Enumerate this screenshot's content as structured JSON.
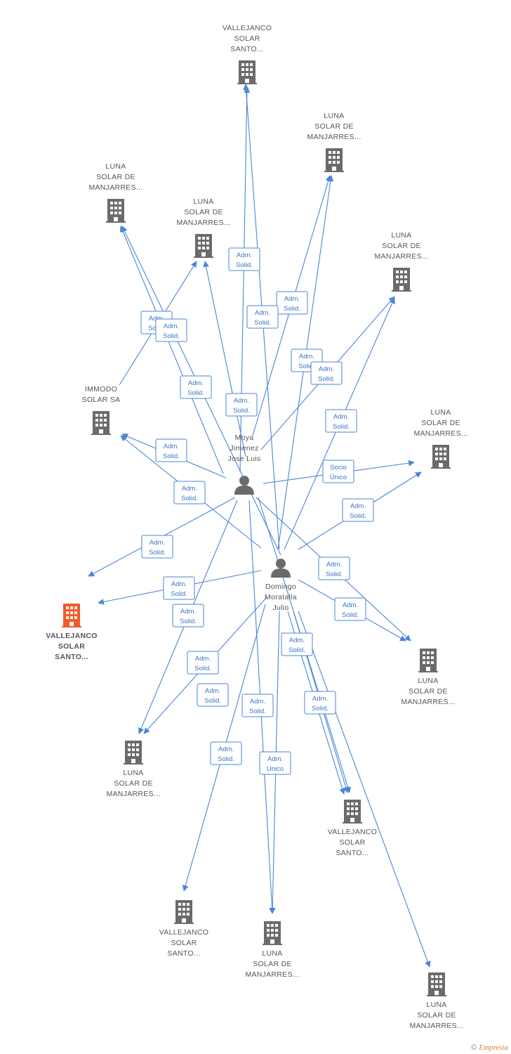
{
  "colors": {
    "edge": "#4a86d8",
    "building": "#6b6b6b",
    "building_main": "#f25a2a",
    "person": "#6b6b6b"
  },
  "nodes": [
    {
      "id": "n_vs_top",
      "type": "company",
      "lines": [
        "VALLEJANCO",
        "SOLAR",
        "SANTO..."
      ],
      "label_pos": "above"
    },
    {
      "id": "n_luna1",
      "type": "company",
      "lines": [
        "LUNA",
        "SOLAR DE",
        "MANJARRES..."
      ],
      "label_pos": "above"
    },
    {
      "id": "n_luna2",
      "type": "company",
      "lines": [
        "LUNA",
        "SOLAR DE",
        "MANJARRES..."
      ],
      "label_pos": "above"
    },
    {
      "id": "n_luna3",
      "type": "company",
      "lines": [
        "LUNA",
        "SOLAR DE",
        "MANJARRES..."
      ],
      "label_pos": "above"
    },
    {
      "id": "n_luna4",
      "type": "company",
      "lines": [
        "LUNA",
        "SOLAR DE",
        "MANJARRES..."
      ],
      "label_pos": "above"
    },
    {
      "id": "n_immodo",
      "type": "company",
      "lines": [
        "IMMODO",
        "SOLAR SA"
      ],
      "label_pos": "above"
    },
    {
      "id": "n_luna5",
      "type": "company",
      "lines": [
        "LUNA",
        "SOLAR DE",
        "MANJARRES..."
      ],
      "label_pos": "above"
    },
    {
      "id": "n_main",
      "type": "company_main",
      "lines": [
        "VALLEJANCO",
        "SOLAR",
        "SANTO..."
      ],
      "label_pos": "below"
    },
    {
      "id": "n_luna6",
      "type": "company",
      "lines": [
        "LUNA",
        "SOLAR DE",
        "MANJARRES..."
      ],
      "label_pos": "below"
    },
    {
      "id": "n_luna7",
      "type": "company",
      "lines": [
        "LUNA",
        "SOLAR DE",
        "MANJARRES..."
      ],
      "label_pos": "below"
    },
    {
      "id": "n_vs2",
      "type": "company",
      "lines": [
        "VALLEJANCO",
        "SOLAR",
        "SANTO..."
      ],
      "label_pos": "below"
    },
    {
      "id": "n_vs3",
      "type": "company",
      "lines": [
        "VALLEJANCO",
        "SOLAR",
        "SANTO..."
      ],
      "label_pos": "below"
    },
    {
      "id": "n_luna8",
      "type": "company",
      "lines": [
        "LUNA",
        "SOLAR DE",
        "MANJARRES..."
      ],
      "label_pos": "below"
    },
    {
      "id": "n_luna9",
      "type": "company",
      "lines": [
        "LUNA",
        "SOLAR DE",
        "MANJARRES..."
      ],
      "label_pos": "below"
    },
    {
      "id": "p_moya",
      "type": "person",
      "lines": [
        "Moya",
        "Jimenez",
        "Jose Luis"
      ],
      "label_pos": "above"
    },
    {
      "id": "p_domingo",
      "type": "person",
      "lines": [
        "Domingo",
        "Moratalla",
        "Julio"
      ],
      "label_pos": "below"
    }
  ],
  "relations": [
    {
      "lines": [
        "Adm.",
        "Solid."
      ]
    },
    {
      "lines": [
        "Adm.",
        "Solid."
      ]
    },
    {
      "lines": [
        "Adm.",
        "Solid."
      ]
    },
    {
      "lines": [
        "Adm.",
        "Solid."
      ]
    },
    {
      "lines": [
        "Adm.",
        "Solid."
      ]
    },
    {
      "lines": [
        "Adm.",
        "Solid."
      ]
    },
    {
      "lines": [
        "Adm.",
        "Solid."
      ]
    },
    {
      "lines": [
        "Adm.",
        "Solid."
      ]
    },
    {
      "lines": [
        "Adm.",
        "Solid."
      ]
    },
    {
      "lines": [
        "Adm.",
        "Solid."
      ]
    },
    {
      "lines": [
        "Socio",
        "Único"
      ]
    },
    {
      "lines": [
        "Adm.",
        "Solid."
      ]
    },
    {
      "lines": [
        "Adm.",
        "Solid."
      ]
    },
    {
      "lines": [
        "Adm.",
        "Solid."
      ]
    },
    {
      "lines": [
        "Adm.",
        "Solid."
      ]
    },
    {
      "lines": [
        "Adm.",
        "Solid."
      ]
    },
    {
      "lines": [
        "Adm.",
        "Solid."
      ]
    },
    {
      "lines": [
        "Adm.",
        "Solid."
      ]
    },
    {
      "lines": [
        "Adm.",
        "Solid."
      ]
    },
    {
      "lines": [
        "Adm.",
        "Solid."
      ]
    },
    {
      "lines": [
        "Adm.",
        "Solid."
      ]
    },
    {
      "lines": [
        "Adm.",
        "Solid."
      ]
    },
    {
      "lines": [
        "Adm.",
        "Solid."
      ]
    },
    {
      "lines": [
        "Adm.",
        "Solid."
      ]
    },
    {
      "lines": [
        "Adm.",
        "Solid."
      ]
    },
    {
      "lines": [
        "Adm.",
        "Unico"
      ]
    }
  ],
  "footer": {
    "copyright": "©",
    "brand": "Empresia"
  }
}
